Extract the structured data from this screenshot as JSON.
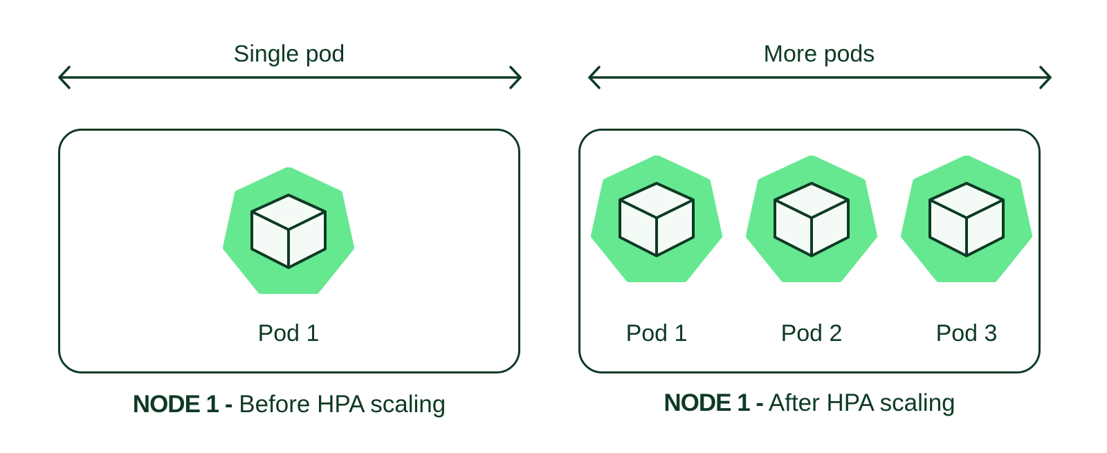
{
  "colors": {
    "ink": "#0e3a24",
    "pod_fill": "#66e891",
    "cube_face": "#f4fbf6"
  },
  "left": {
    "arrow_label": "Single pod",
    "pods": [
      {
        "label": "Pod 1",
        "icon": "pod-cube-icon"
      }
    ],
    "caption_strong": "NODE 1 -",
    "caption_rest": "Before HPA scaling"
  },
  "right": {
    "arrow_label": "More pods",
    "pods": [
      {
        "label": "Pod 1",
        "icon": "pod-cube-icon"
      },
      {
        "label": "Pod 2",
        "icon": "pod-cube-icon"
      },
      {
        "label": "Pod 3",
        "icon": "pod-cube-icon"
      }
    ],
    "caption_strong": "NODE 1 -",
    "caption_rest": "After HPA scaling"
  }
}
